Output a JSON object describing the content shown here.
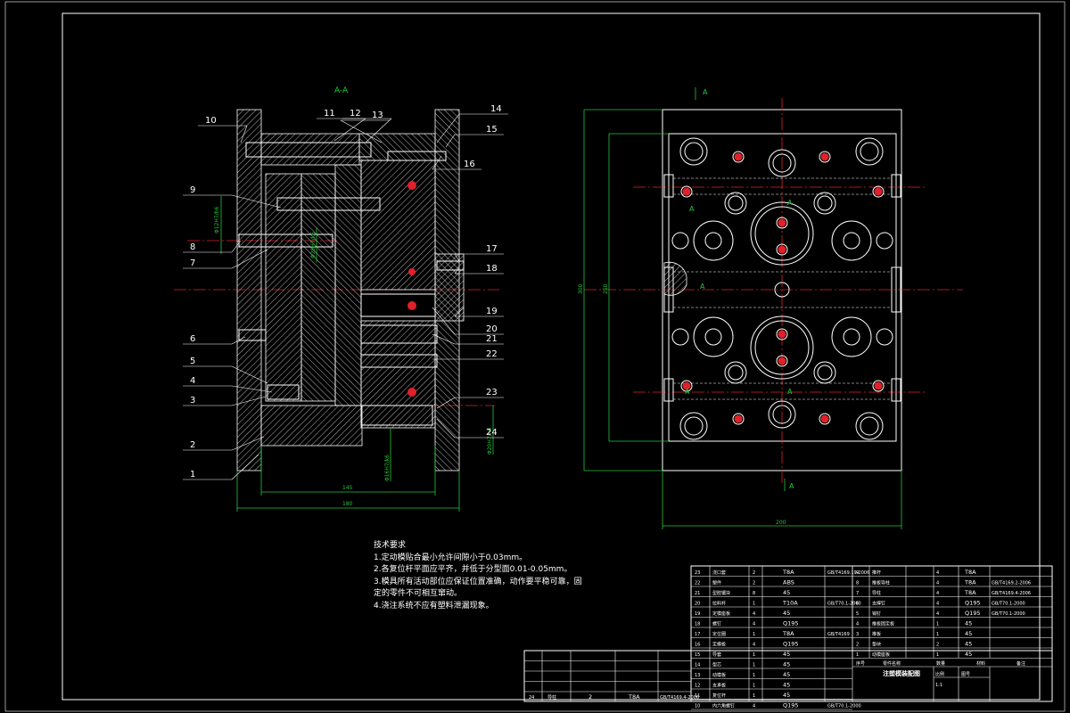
{
  "drawing": {
    "section_label": "A-A",
    "view_label_marker": "A",
    "dimensions": {
      "width_145": "145",
      "width_180": "180",
      "overall_width": "200",
      "overall_height": "300",
      "inner_height": "250",
      "fit_1": "Φ12H7/h6",
      "fit_2": "Φ20H7/k6",
      "fit_3": "Φ16H7/k6",
      "fit_4": "Φ20H7/h6"
    },
    "part_callouts": [
      "1",
      "2",
      "3",
      "4",
      "5",
      "6",
      "7",
      "8",
      "9",
      "10",
      "11",
      "12",
      "13",
      "14",
      "15",
      "16",
      "17",
      "18",
      "19",
      "20",
      "21",
      "22",
      "23",
      "24"
    ]
  },
  "tech_requirements": {
    "title": "技术要求",
    "items": [
      "1.定动模贴合最小允许间隙小于0.03mm。",
      "2.各复位杆平面应平齐，并低于分型面0.01-0.05mm。",
      "3.模具所有活动部位应保证位置准确，动作要平稳可靠，固",
      "定的零件不可相互窜动。",
      "4.浇注系统不应有塑料泄漏现象。"
    ]
  },
  "bom": {
    "rows_right": [
      {
        "no": "9",
        "name": "推杆",
        "qty": "4",
        "mat": "T8A",
        "std": ""
      },
      {
        "no": "8",
        "name": "推板导柱",
        "qty": "4",
        "mat": "T8A",
        "std": "GB/T4169.2-2006"
      },
      {
        "no": "7",
        "name": "导柱",
        "qty": "4",
        "mat": "T8A",
        "std": "GB/T4169.4-2006"
      },
      {
        "no": "6",
        "name": "支撑钉",
        "qty": "4",
        "mat": "Q195",
        "std": "GB/T70.1-2000"
      },
      {
        "no": "5",
        "name": "销钉",
        "qty": "4",
        "mat": "Q195",
        "std": "GB/T70.1-2000"
      },
      {
        "no": "4",
        "name": "推板固定板",
        "qty": "1",
        "mat": "45",
        "std": ""
      },
      {
        "no": "3",
        "name": "推板",
        "qty": "1",
        "mat": "45",
        "std": ""
      },
      {
        "no": "2",
        "name": "垫块",
        "qty": "2",
        "mat": "45",
        "std": ""
      },
      {
        "no": "1",
        "name": "动模座板",
        "qty": "1",
        "mat": "45",
        "std": ""
      }
    ],
    "rows_mid": [
      {
        "no": "23",
        "name": "浇口套",
        "qty": "2",
        "mat": "T8A",
        "std": "GB/T4169.19-2006"
      },
      {
        "no": "22",
        "name": "塑件",
        "qty": "2",
        "mat": "ABS",
        "std": ""
      },
      {
        "no": "21",
        "name": "型腔镶块",
        "qty": "8",
        "mat": "45",
        "std": ""
      },
      {
        "no": "20",
        "name": "拉料杆",
        "qty": "1",
        "mat": "T10A",
        "std": "GB/T70.1-2000"
      },
      {
        "no": "19",
        "name": "定模座板",
        "qty": "4",
        "mat": "45",
        "std": ""
      },
      {
        "no": "18",
        "name": "螺钉",
        "qty": "4",
        "mat": "Q195",
        "std": ""
      },
      {
        "no": "17",
        "name": "定位圈",
        "qty": "1",
        "mat": "T8A",
        "std": "GB/T4169"
      },
      {
        "no": "16",
        "name": "定模板",
        "qty": "4",
        "mat": "Q195",
        "std": ""
      },
      {
        "no": "15",
        "name": "导套",
        "qty": "1",
        "mat": "45",
        "std": ""
      },
      {
        "no": "14",
        "name": "型芯",
        "qty": "1",
        "mat": "45",
        "std": ""
      },
      {
        "no": "13",
        "name": "动模板",
        "qty": "1",
        "mat": "45",
        "std": ""
      },
      {
        "no": "12",
        "name": "支承板",
        "qty": "1",
        "mat": "45",
        "std": ""
      },
      {
        "no": "11",
        "name": "复位杆",
        "qty": "1",
        "mat": "45",
        "std": ""
      },
      {
        "no": "10",
        "name": "内六角螺钉",
        "qty": "4",
        "mat": "Q195",
        "std": "GB/T70.1-2000"
      }
    ],
    "row_left": {
      "no": "24",
      "name": "导柱",
      "qty": "2",
      "mat": "T8A",
      "std": "GB/T4169.4-2006"
    },
    "header": {
      "seq": "序号",
      "name": "零件名称",
      "qty": "数量",
      "mat": "材料",
      "note": "备注",
      "title": "注塑模装配图",
      "scale_label": "比例",
      "scale": "1:1",
      "sheet_label": "图号"
    }
  }
}
